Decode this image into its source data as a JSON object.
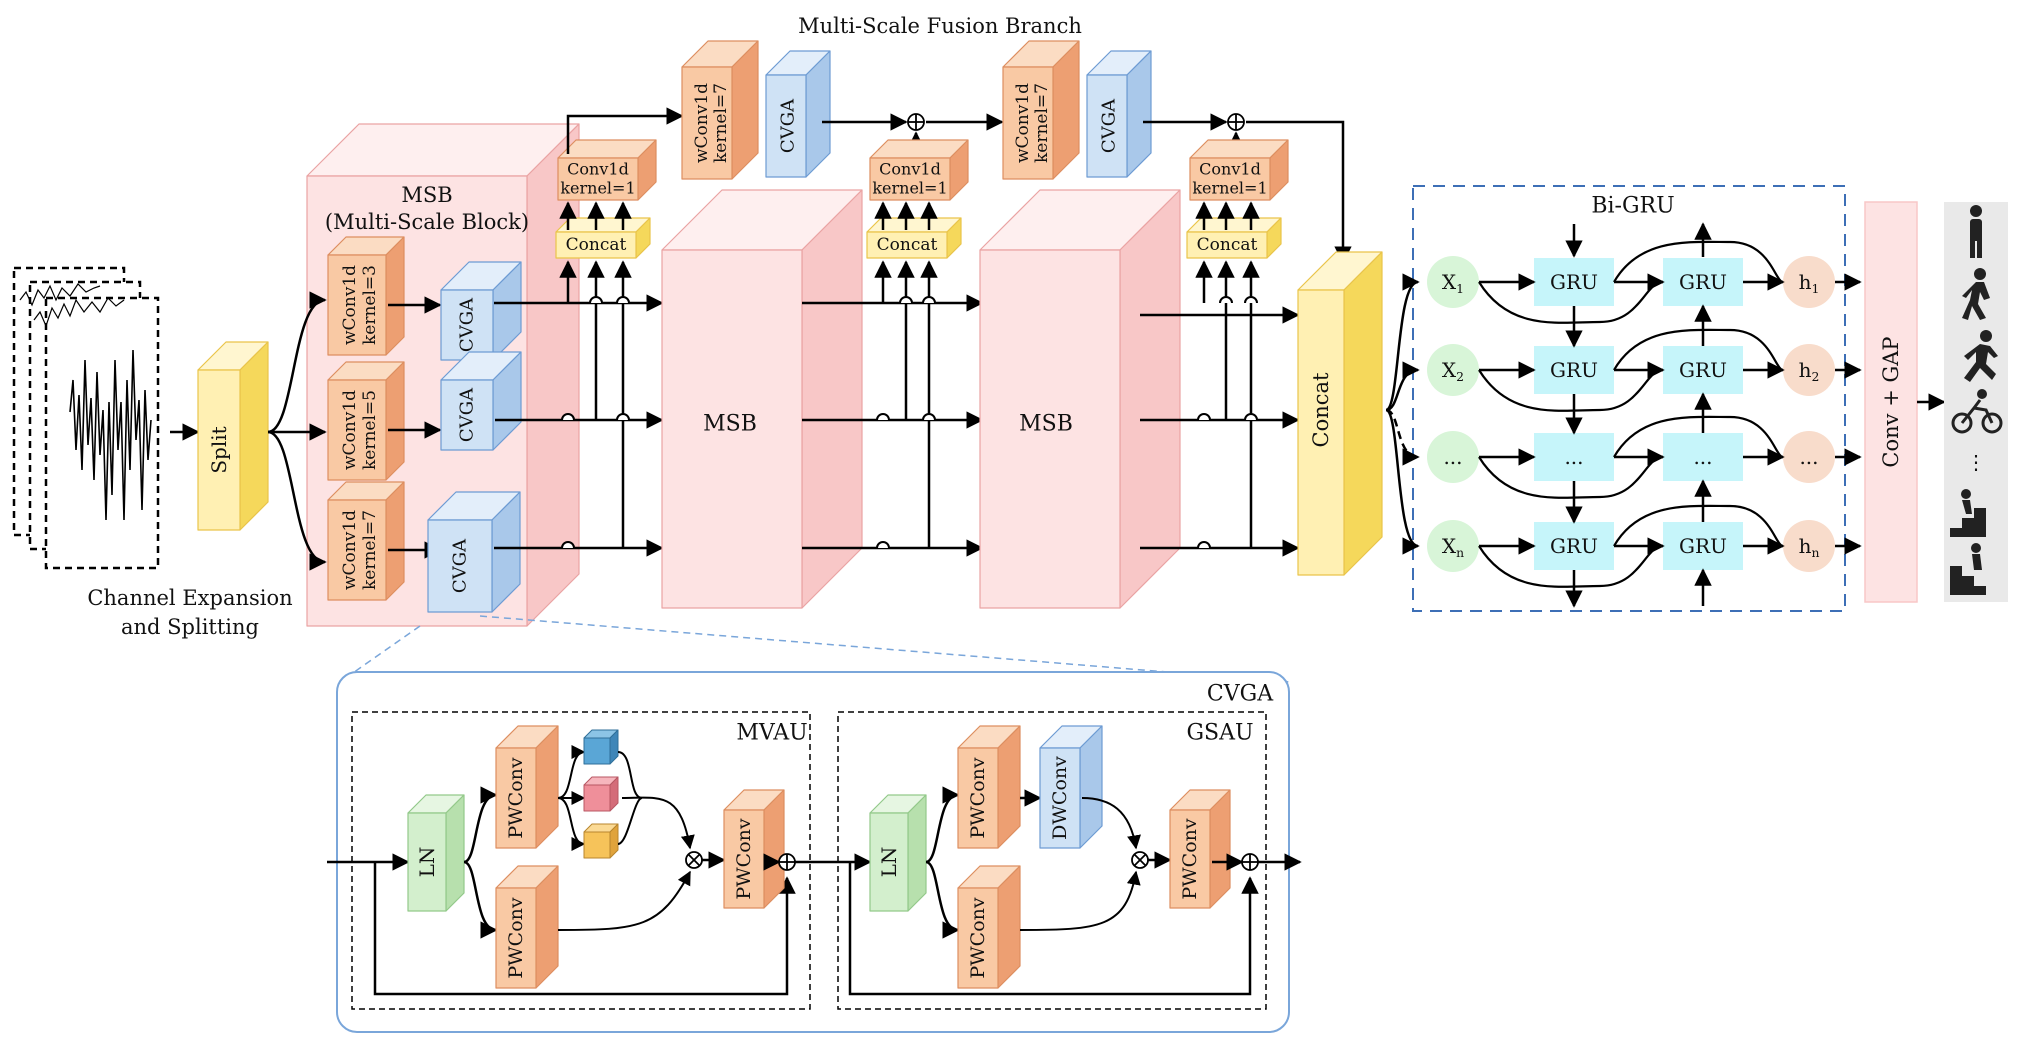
{
  "colors": {
    "orange": "#f9c9a4",
    "orange_dark": "#ed9f72",
    "orange_edge": "#dd8e60",
    "blue": "#cfe2f5",
    "blue_dark": "#a9c8ea",
    "blue_edge": "#6d9bd3",
    "yellow": "#fff0b3",
    "yellow_dark": "#f5d85b",
    "yellow_edge": "#e9c44a",
    "pink": "#fde3e3",
    "pink_dark": "#f8c7c7",
    "pink_edge": "#eaa3a3",
    "green": "#d3efcd",
    "green_dark": "#b7e0ad",
    "green_edge": "#93c98a",
    "cyan": "#c6f5fa",
    "node_green": "#d8f5d8",
    "node_peach": "#f8dccb",
    "dashed_blue": "#3d6fb6",
    "cvga_border": "#7aa6da"
  },
  "labels": {
    "fusion_title": "Multi-Scale Fusion Branch",
    "msb_title": "MSB",
    "msb_subtitle": "(Multi-Scale Block)",
    "caption_line1": "Channel Expansion",
    "caption_line2": "and Splitting",
    "split": "Split",
    "wconv": "wConv1d",
    "kernel3": "kernel=3",
    "kernel5": "kernel=5",
    "kernel7": "kernel=7",
    "cvga": "CVGA",
    "conv1d": "Conv1d",
    "kernel1": "kernel=1",
    "concat": "Concat",
    "msb": "MSB",
    "bigru": "Bi-GRU",
    "gru": "GRU",
    "ellipsis": "...",
    "x": "X",
    "h": "h",
    "sub1": "1",
    "sub2": "2",
    "subn": "n",
    "conv_gap": "Conv + GAP",
    "vdots": "⋮",
    "cvga_detail": "CVGA",
    "mvau": "MVAU",
    "gsau": "GSAU",
    "ln": "LN",
    "pwconv": "PWConv",
    "dwconv": "DWConv"
  },
  "activities": [
    "standing-icon",
    "walking-icon",
    "running-icon",
    "cycling-icon",
    "upstairs-icon",
    "downstairs-icon"
  ]
}
